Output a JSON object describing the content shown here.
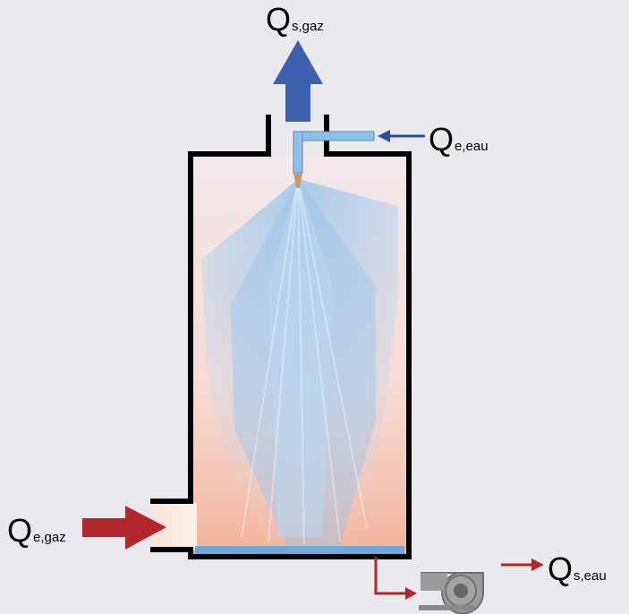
{
  "labels": {
    "gas_outlet": {
      "symbol": "Q",
      "subscript": "s,gaz"
    },
    "water_inlet": {
      "symbol": "Q",
      "subscript": "e,eau"
    },
    "gas_inlet": {
      "symbol": "Q",
      "subscript": "e,gaz"
    },
    "water_outlet": {
      "symbol": "Q",
      "subscript": "s,eau"
    }
  },
  "colors": {
    "background": "#e9e9ee",
    "vessel_wall": "#000000",
    "gas_outlet_arrow": "#3c5fb0",
    "water_inlet_arrow": "#2e4d9c",
    "gas_inlet_arrow": "#b3262c",
    "water_outlet_arrow": "#b3262c",
    "water_pipe": "#8fc0e6",
    "spray": "#9fc8ee",
    "hot_gas": "#f6b9a0",
    "pump": "#9a9a9a"
  },
  "icons": [
    "spray-nozzle-icon",
    "pump-icon"
  ]
}
